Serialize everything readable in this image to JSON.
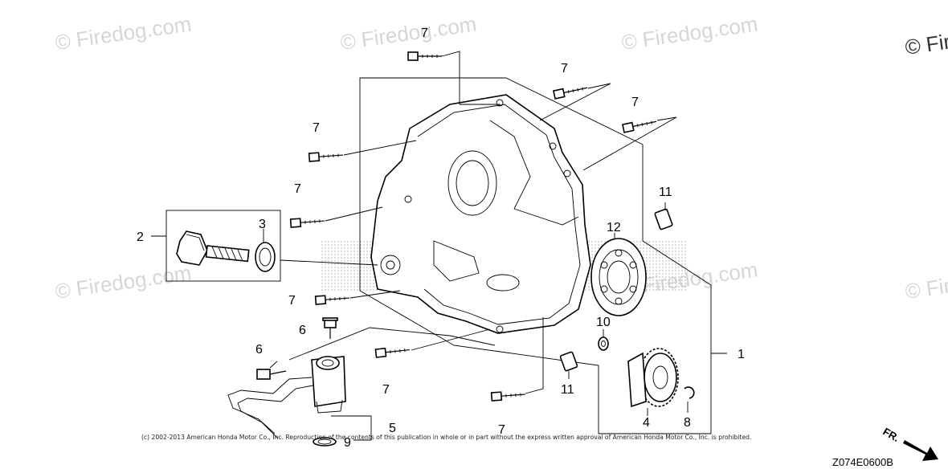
{
  "watermark": {
    "text": "© Firedog.com"
  },
  "callouts": {
    "c1": "1",
    "c2": "2",
    "c3": "3",
    "c4": "4",
    "c5": "5",
    "c6a": "6",
    "c6b": "6",
    "c7": "7",
    "c8": "8",
    "c9": "9",
    "c10": "10",
    "c11": "11",
    "c12": "12"
  },
  "copyright": "(c) 2002-2013 American Honda Motor Co., Inc. Reproduction of the contents of this publication in whole or in part without the express written approval of American Honda Motor Co., Inc. is prohibited.",
  "diagram_code": "Z074E0600B",
  "direction": {
    "label": "FR."
  },
  "colors": {
    "ink": "#000000",
    "watermark": "#d6d6d6",
    "dot_shade": "#bdbdbd"
  }
}
